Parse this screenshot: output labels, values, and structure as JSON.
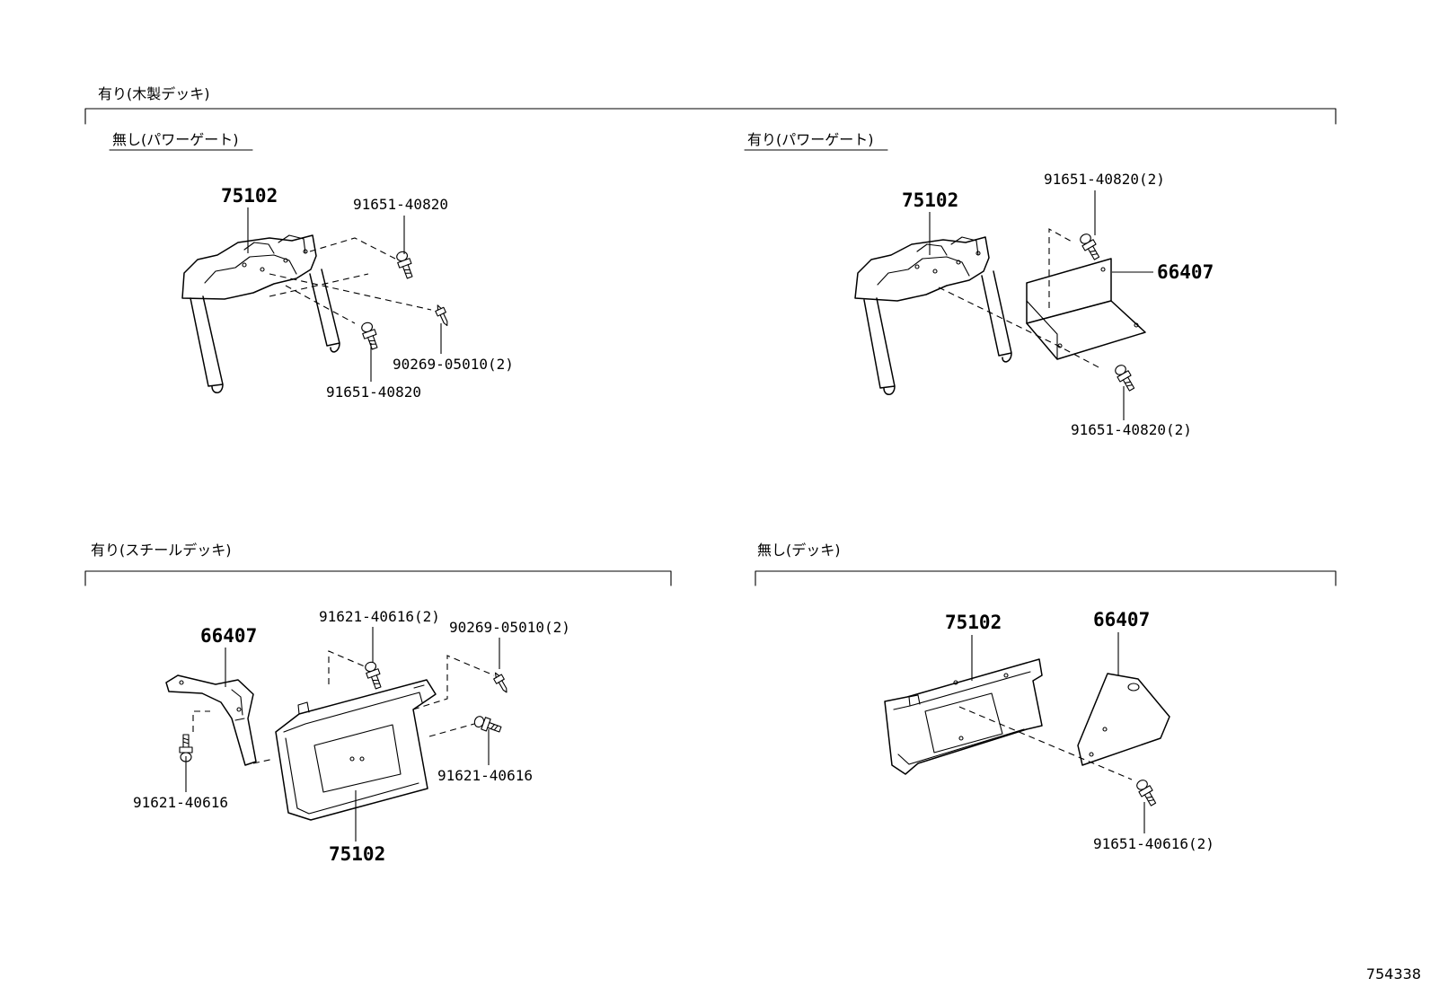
{
  "groups": {
    "wood_deck": "有り(木製デッキ)",
    "steel_deck": "有り(スチールデッキ)",
    "no_deck": "無し(デッキ)"
  },
  "subgroups": {
    "no_power_gate": "無し(パワーゲート)",
    "with_power_gate": "有り(パワーゲート)"
  },
  "parts": {
    "p75102": "75102",
    "p66407": "66407",
    "p91651_40820": "91651-40820",
    "p91651_40820_x2": "91651-40820(2)",
    "p90269_05010_x2": "90269-05010(2)",
    "p91621_40616_x2": "91621-40616(2)",
    "p91621_40616": "91621-40616",
    "p91651_40616_x2": "91651-40616(2)"
  },
  "diagram_id": "754338"
}
